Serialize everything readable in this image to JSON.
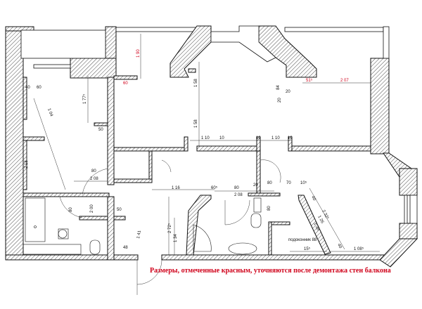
{
  "caption": "Размеры, отмеченные красным, уточняются после демонтажа  стен балкона",
  "colors": {
    "accent_red": "#d0001a",
    "wall": "#111111"
  },
  "red_dimensions": [
    "1 90",
    "60",
    "51⁵",
    "2 07"
  ],
  "dimensions": [
    "1 77⁵",
    "1 04",
    "50",
    "1 58",
    "1 58",
    "1 10",
    "10",
    "10",
    "1 10",
    "10",
    "84",
    "20",
    "20",
    "40",
    "60",
    "80",
    "2 08",
    "2 18",
    "80",
    "50",
    "1 16",
    "60⁵",
    "80",
    "2 08",
    "70",
    "10⁵",
    "80",
    "20",
    "2 72⁵",
    "1 34",
    "48",
    "1 41",
    "2 32⁵",
    "40",
    "1 26",
    "1 38",
    "40",
    "15⁵",
    "1 08⁵",
    "80",
    "2 00"
  ],
  "sill_label": "подоконник 88"
}
